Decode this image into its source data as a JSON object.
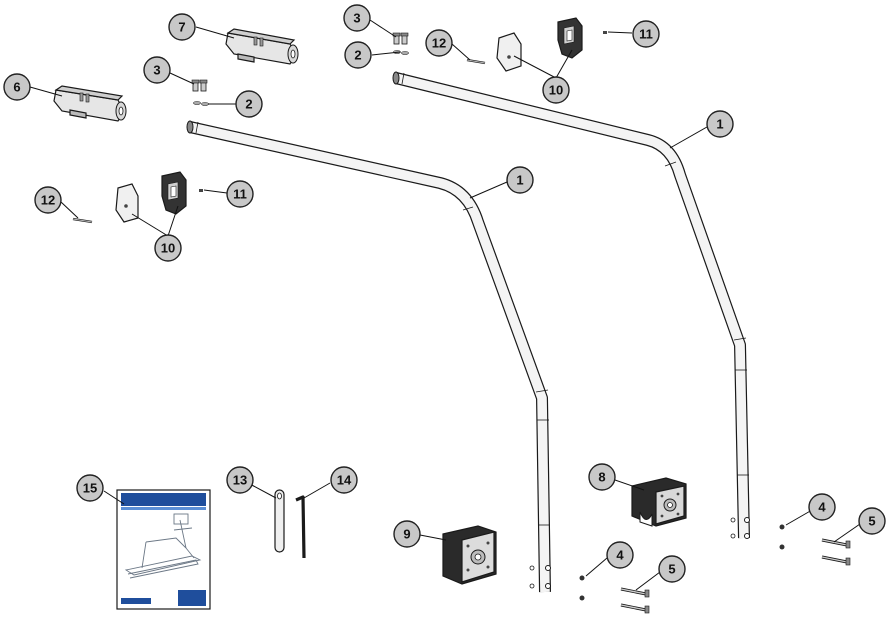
{
  "callouts": {
    "c1a": "1",
    "c1b": "1",
    "c2a": "2",
    "c2b": "2",
    "c3a": "3",
    "c3b": "3",
    "c4a": "4",
    "c4b": "4",
    "c5a": "5",
    "c5b": "5",
    "c6": "6",
    "c7": "7",
    "c8": "8",
    "c9": "9",
    "c10a": "10",
    "c10b": "10",
    "c11a": "11",
    "c11b": "11",
    "c12a": "12",
    "c12b": "12",
    "c13": "13",
    "c14": "14",
    "c15": "15"
  },
  "colors": {
    "callout_fill": "#c8c8c8",
    "line": "#1a1a1a",
    "manual_header": "#1f4e9c"
  },
  "icons": {
    "tube": "handrail-tube",
    "cap": "end-cap",
    "manual": "owner-manual-booklet",
    "tool": "hex-key"
  }
}
